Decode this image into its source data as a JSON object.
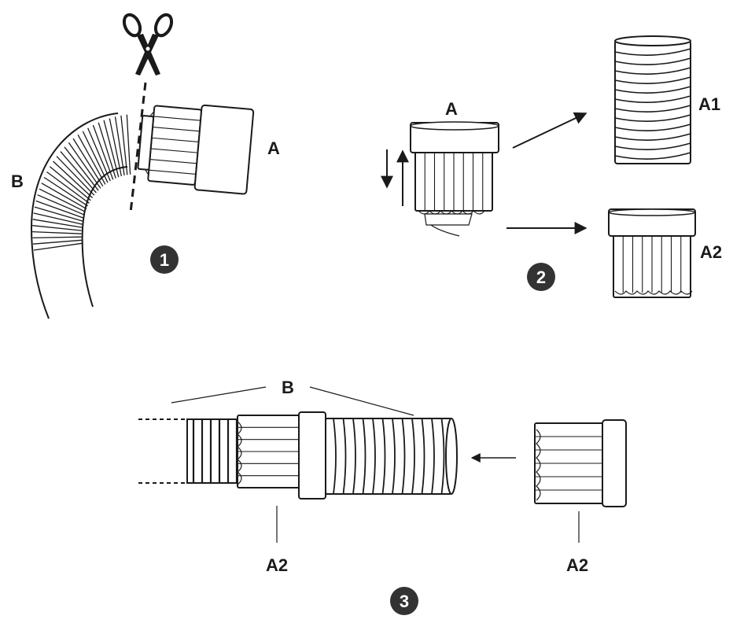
{
  "steps": [
    {
      "number": "1",
      "labels": {
        "hose": "B",
        "fitting": "A"
      }
    },
    {
      "number": "2",
      "labels": {
        "fitting": "A",
        "hose_part": "A1",
        "sleeve_part": "A2"
      }
    },
    {
      "number": "3",
      "labels": {
        "hose": "B",
        "joined_fitting": "A2",
        "loose_fitting": "A2"
      }
    }
  ],
  "icons": {
    "cut": "scissors-icon",
    "direction": "arrow-icon",
    "step_marker": "numbered-circle-icon"
  },
  "colors": {
    "ink": "#1a1a1a",
    "background": "#ffffff",
    "badge": "#333333"
  }
}
